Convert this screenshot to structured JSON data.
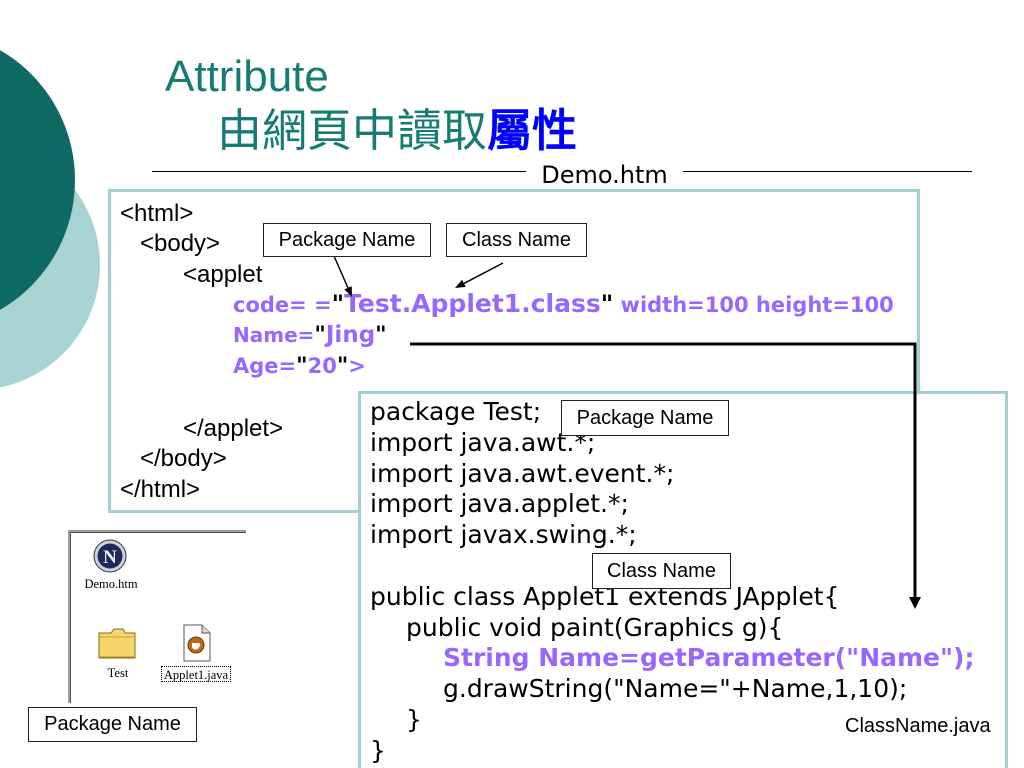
{
  "slide": {
    "title": "Attribute",
    "subtitle": {
      "text": "由網頁中讀取",
      "highlight": "屬性"
    },
    "section_caption": "Demo.htm",
    "colors": {
      "teal_dark": "#0f6a66",
      "teal_light": "#a7d3d3",
      "title_teal": "#167b73",
      "highlight_blue": "#0000ff",
      "code_purple": "#9966ff",
      "box_border": "#a3d0d0"
    }
  },
  "html_code": {
    "html_open": "<html>",
    "body_open": "<body>",
    "applet_open": "<applet",
    "code_attr": {
      "name": "code= =",
      "quote_open": "\"",
      "value": "Test.Applet1.class",
      "quote_close": "\"",
      "size": " width=100 height=100"
    },
    "name_param": {
      "name": "Name=",
      "quote_open": "\"",
      "value": "Jing",
      "quote_close": "\""
    },
    "age_param": {
      "name": "Age=",
      "quote_open": "\"",
      "value": "20",
      "quote_close": "\"",
      "tag_end": ">"
    },
    "applet_close": "</applet>",
    "body_close": "</body>",
    "html_close": "</html>",
    "callouts": {
      "package_name": "Package Name",
      "class_name": "Class Name"
    }
  },
  "java_code": {
    "lines": [
      "package Test;",
      "import java.awt.*;",
      "import java.awt.event.*;",
      "import java.applet.*;",
      "import javax.swing.*;",
      "public class Applet1 extends JApplet{",
      "public void paint(Graphics g){",
      "String Name=getParameter(\"Name\");",
      "g.drawString(\"Name=\"+Name,1,10);",
      "}",
      "}"
    ],
    "callouts": {
      "package_name": "Package Name",
      "class_name": "Class Name"
    },
    "file_label": "ClassName.java"
  },
  "explorer": {
    "items": [
      {
        "label": "Demo.htm",
        "icon": "netscape-document-icon",
        "logo_letter": "N"
      },
      {
        "label": "Test",
        "icon": "folder-icon"
      },
      {
        "label": "Applet1.java",
        "icon": "java-source-file-icon",
        "focused": true
      }
    ],
    "callout": "Package Name"
  }
}
